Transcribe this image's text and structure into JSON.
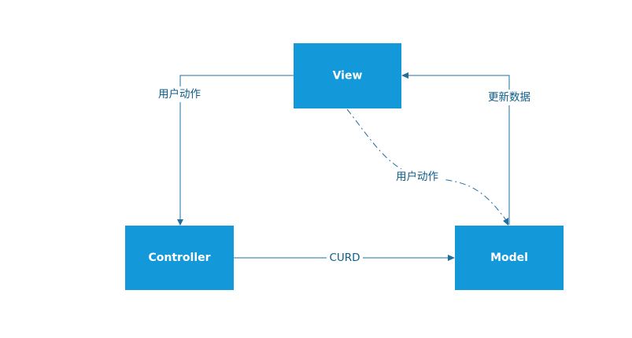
{
  "nodes": {
    "view": "View",
    "controller": "Controller",
    "model": "Model"
  },
  "edges": {
    "view_to_controller": "用户动作",
    "model_to_view": "更新数据",
    "view_to_model_dashed": "用户动作",
    "controller_to_model": "CURD"
  },
  "colors": {
    "node_fill": "#1399d9",
    "node_text": "#ffffff",
    "edge": "#1f6fa0",
    "label_text": "#0e5e8a"
  }
}
